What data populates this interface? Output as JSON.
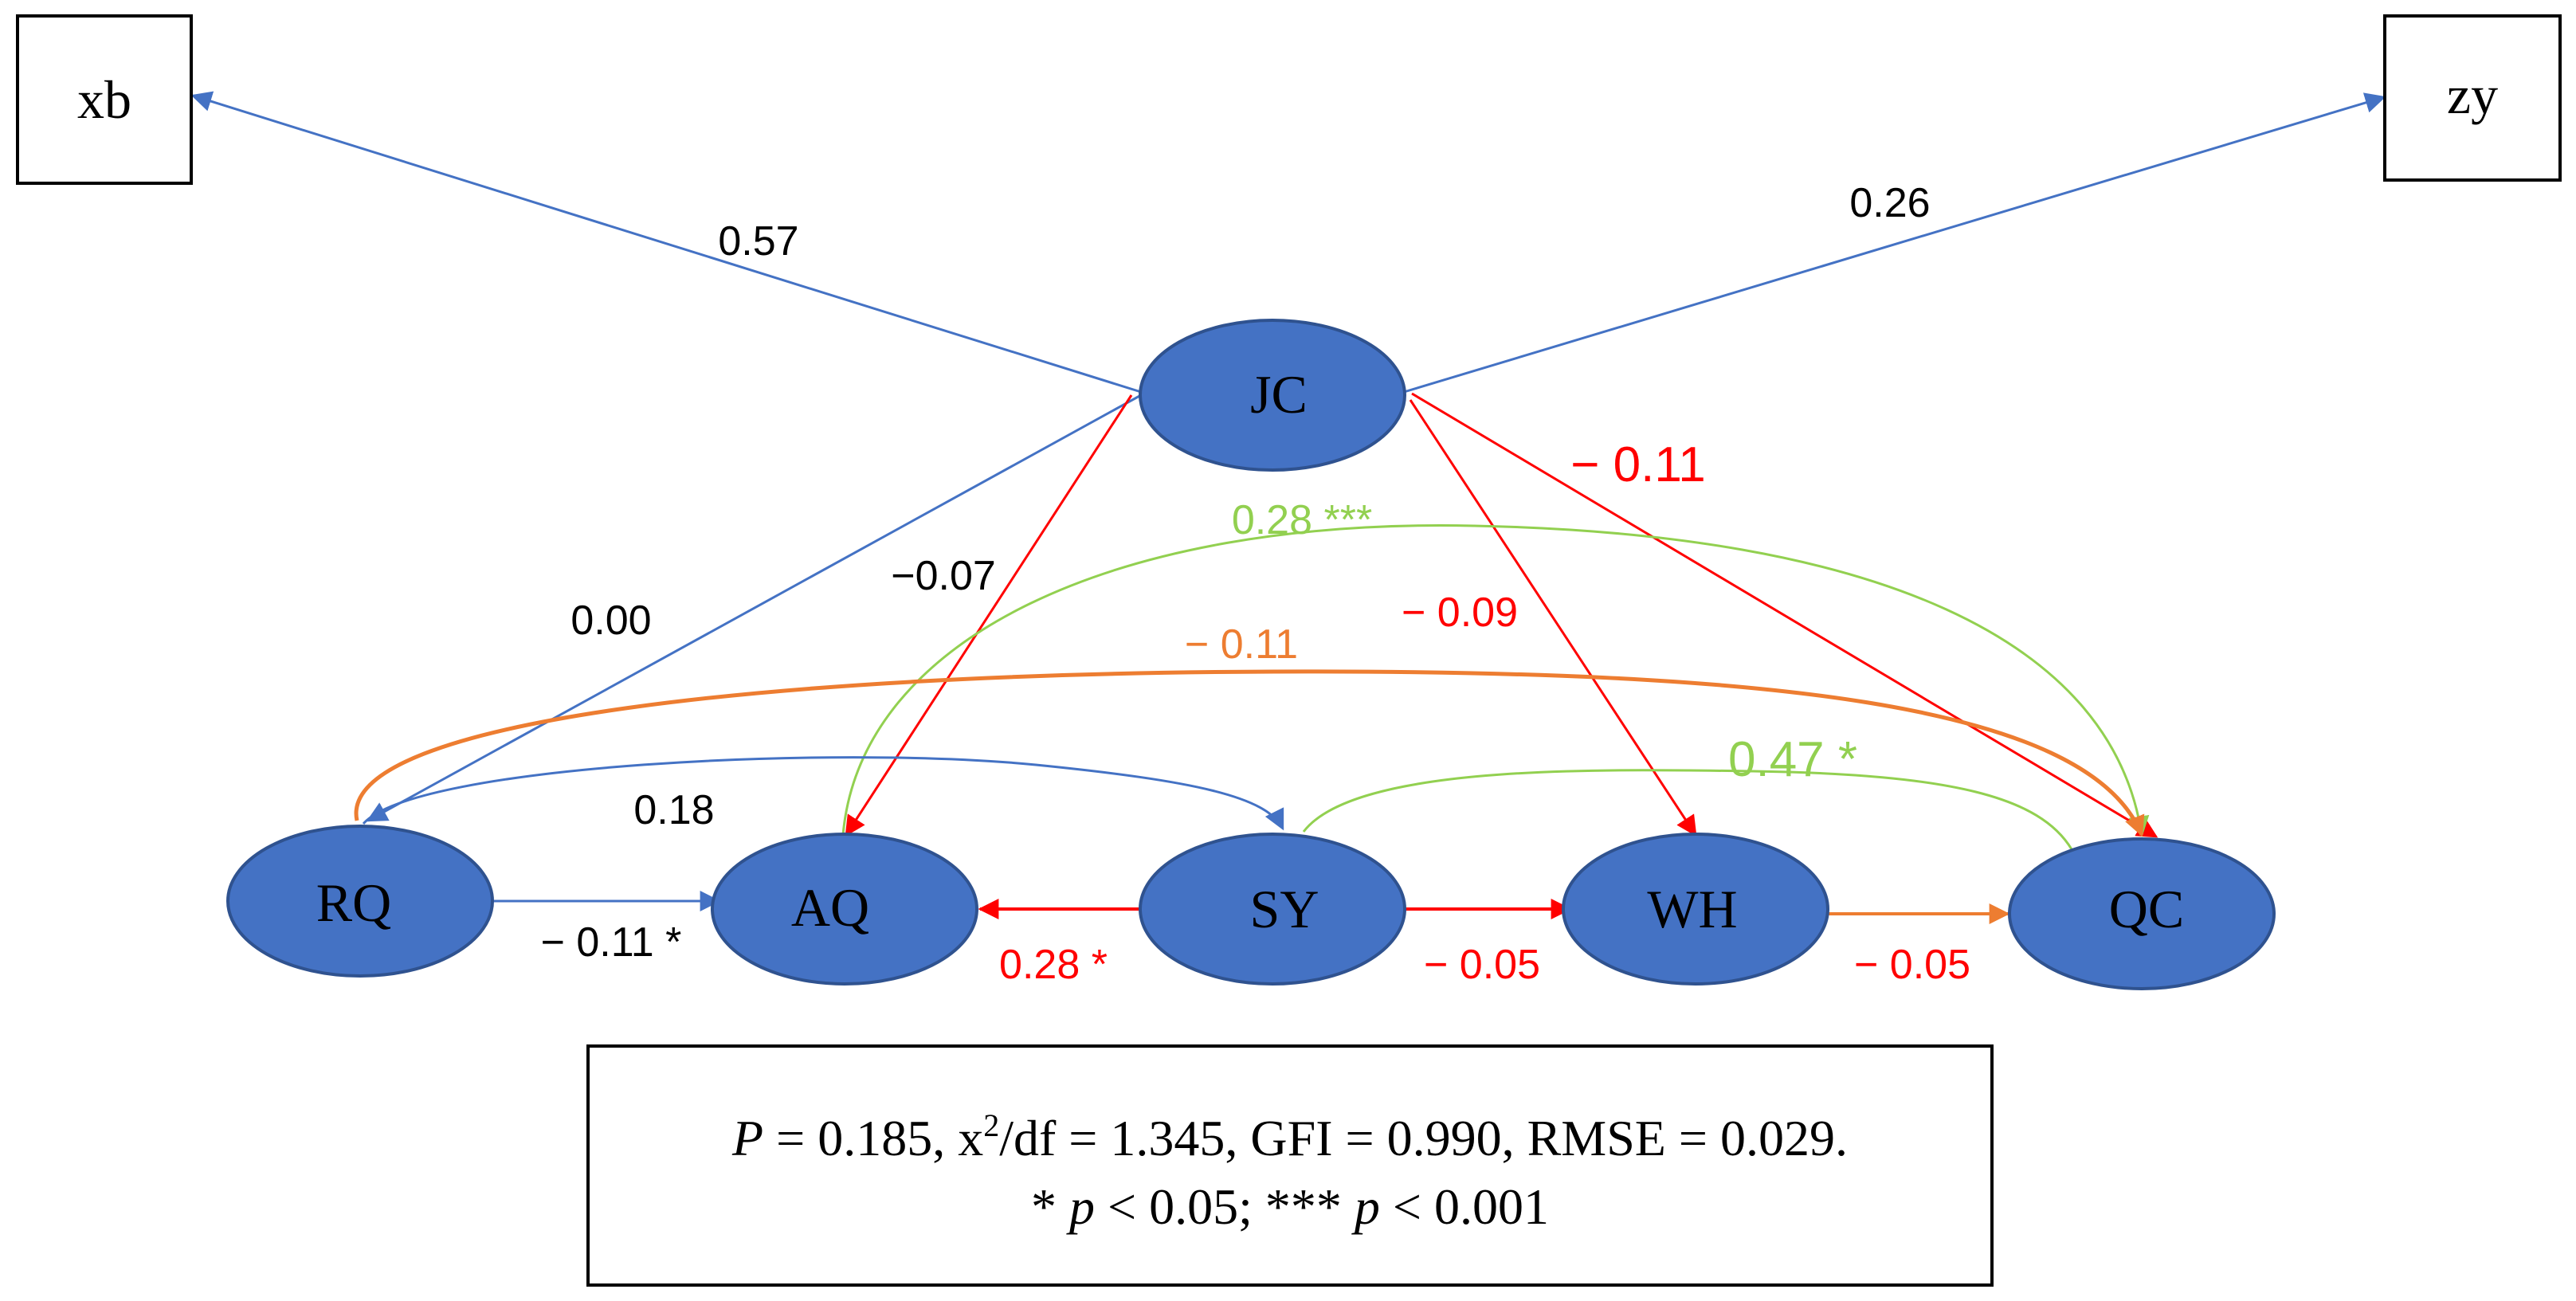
{
  "colors": {
    "ellipse_fill": "#4472C4",
    "ellipse_stroke": "#2F528F",
    "blue": "#4472C4",
    "red": "#FF0000",
    "green": "#92D050",
    "orange": "#ED7D31",
    "black": "#000000"
  },
  "nodes": {
    "xb": "xb",
    "zy": "zy",
    "jc": "JC",
    "rq": "RQ",
    "aq": "AQ",
    "sy": "SY",
    "wh": "WH",
    "qc": "QC"
  },
  "edges": {
    "jc_xb": "0.57",
    "jc_zy": "0.26",
    "jc_qc": "− 0.11",
    "jc_rq": "0.00",
    "jc_aq": "−0.07",
    "jc_wh": "− 0.09",
    "aq_qc": "0.28 ***",
    "rq_qc": "− 0.11",
    "sy_qc": "0.47 *",
    "rq_sy": "0.18",
    "rq_aq": "− 0.11 *",
    "sy_aq": "0.28 *",
    "sy_wh": "− 0.05",
    "wh_qc": "− 0.05"
  },
  "stats": {
    "p_symbol": "P",
    "line1_rest": " = 0.185,  x",
    "sup": "2",
    "line1_tail": "/df = 1.345, GFI = 0.990, RMSE = 0.029.",
    "line2_a": "* ",
    "p1": "p",
    "line2_b": " < 0.05; *** ",
    "p2": "p",
    "line2_c": " < 0.001"
  }
}
